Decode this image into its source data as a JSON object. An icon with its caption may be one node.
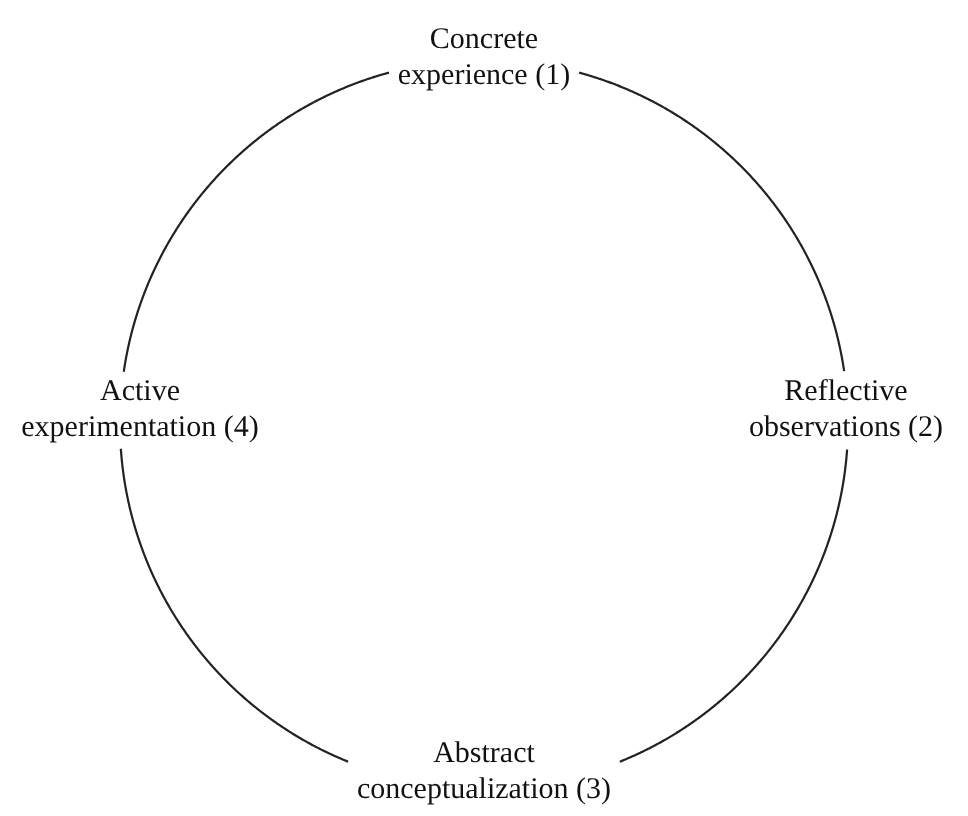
{
  "diagram": {
    "nodes": [
      {
        "text": [
          "Concrete experience (1)"
        ]
      },
      {
        "text": [
          "Reflective observations (2)"
        ]
      },
      {
        "text": [
          "Abstract conceptualization (3)"
        ]
      },
      {
        "text": [
          "Active experimentation (4)"
        ]
      }
    ],
    "edges": [
      {
        "from": 0,
        "to": 1,
        "arrow": "none"
      },
      {
        "from": 1,
        "to": 2,
        "arrow": "none"
      },
      {
        "from": 2,
        "to": 3,
        "arrow": "none"
      },
      {
        "from": 3,
        "to": 0,
        "arrow": "none"
      }
    ]
  }
}
